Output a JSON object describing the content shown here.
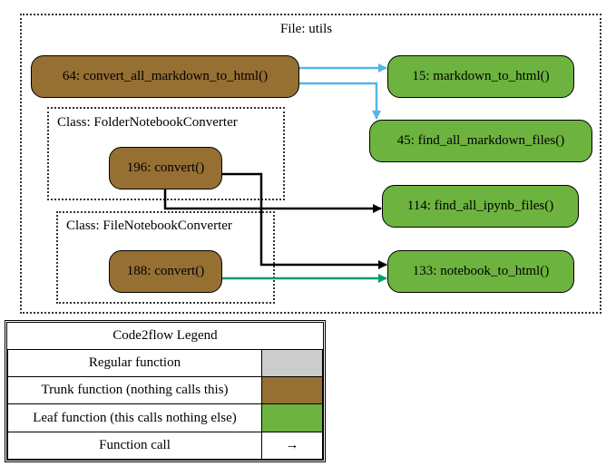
{
  "clusters": {
    "file": "File: utils",
    "folder_class": "Class: FolderNotebookConverter",
    "file_class": "Class: FileNotebookConverter"
  },
  "nodes": {
    "convert_all": "64: convert_all_markdown_to_html()",
    "folder_convert": "196: convert()",
    "file_convert": "188: convert()",
    "markdown_to_html": "15: markdown_to_html()",
    "find_md": "45: find_all_markdown_files()",
    "find_ipynb": "114: find_all_ipynb_files()",
    "nb_to_html": "133: notebook_to_html()"
  },
  "colors": {
    "trunk": "#966f33",
    "leaf": "#6db33f",
    "regular": "#cccccc",
    "edge_blue": "#56b4e9",
    "edge_black": "#000000",
    "edge_green": "#009e73"
  },
  "legend": {
    "title": "Code2flow Legend",
    "rows": [
      {
        "label": "Regular function",
        "swatch": "#cccccc"
      },
      {
        "label": "Trunk function (nothing calls this)",
        "swatch": "#966f33"
      },
      {
        "label": "Leaf function (this calls nothing else)",
        "swatch": "#6db33f"
      },
      {
        "label": "Function call",
        "symbol": "→"
      }
    ]
  }
}
